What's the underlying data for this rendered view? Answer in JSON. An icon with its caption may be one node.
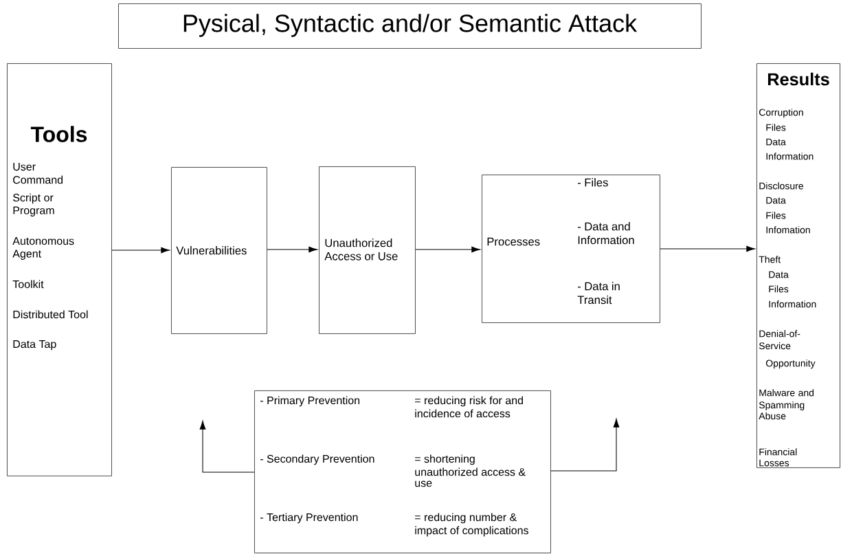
{
  "diagram": {
    "nodes": [
      {
        "text": [
          "Pysical, Syntactic and/or Semantic Attack"
        ]
      },
      {
        "text": [
          "Tools",
          "User Command",
          "Script or Program",
          "Autonomous Agent",
          "Toolkit",
          "Distributed Tool",
          "Data Tap"
        ]
      },
      {
        "text": [
          "Vulnerabilities"
        ]
      },
      {
        "text": [
          "Unauthorized Access or Use"
        ]
      },
      {
        "text": [
          "Processes",
          "- Files",
          "- Data and Information",
          "- Data in Transit"
        ]
      },
      {
        "text": [
          "Results",
          "Corruption",
          "Files",
          "Data",
          "Information",
          "Disclosure",
          "Data",
          "Files",
          "Infomation",
          "Theft",
          "Data",
          "Files",
          "Information",
          "Denial-of-Service",
          "Opportunity",
          "Malware and Spamming Abuse",
          "Financial Losses"
        ]
      },
      {
        "text": [
          "- Primary Prevention",
          "= reducing risk for and incidence of access",
          "- Secondary Prevention",
          "= shortening unauthorized access & use",
          "- Tertiary Prevention",
          "= reducing number & impact of complications"
        ]
      }
    ],
    "edges": [
      {
        "from": 1,
        "to": 2,
        "arrow": "to"
      },
      {
        "from": 2,
        "to": 3,
        "arrow": "to"
      },
      {
        "from": 3,
        "to": 4,
        "arrow": "to"
      },
      {
        "from": 4,
        "to": 5,
        "arrow": "to"
      },
      {
        "from": 6,
        "to": null,
        "arrow": "to"
      },
      {
        "from": 6,
        "to": null,
        "arrow": "to"
      }
    ]
  }
}
